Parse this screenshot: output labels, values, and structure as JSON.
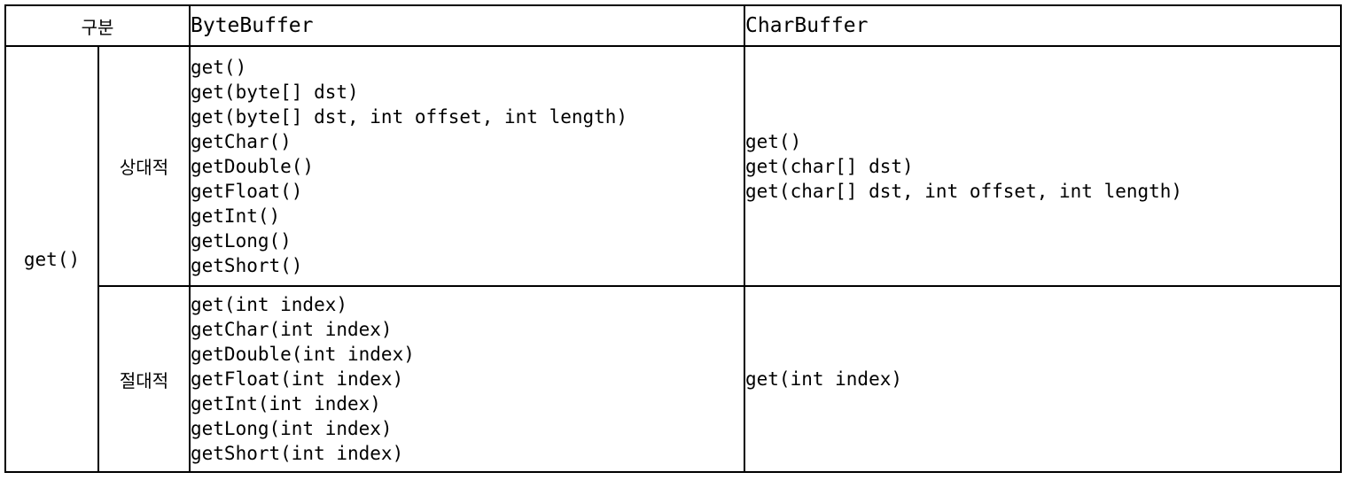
{
  "table": {
    "header": {
      "category_label": "구분",
      "bytebuffer_label": "ByteBuffer",
      "charbuffer_label": "CharBuffer"
    },
    "row_group_label": "get()",
    "rows": [
      {
        "access_type": "상대적",
        "bytebuffer_methods": [
          "get()",
          "get(byte[] dst)",
          "get(byte[] dst, int offset, int length)",
          "getChar()",
          "getDouble()",
          "getFloat()",
          "getInt()",
          "getLong()",
          "getShort()"
        ],
        "charbuffer_methods": [
          "get()",
          "get(char[] dst)",
          "get(char[] dst, int offset, int length)"
        ]
      },
      {
        "access_type": "절대적",
        "bytebuffer_methods": [
          "get(int index)",
          "getChar(int index)",
          "getDouble(int index)",
          "getFloat(int index)",
          "getInt(int index)",
          "getLong(int index)",
          "getShort(int index)"
        ],
        "charbuffer_methods": [
          "get(int index)"
        ]
      }
    ],
    "colors": {
      "border": "#000000",
      "background": "#ffffff",
      "text": "#000000"
    }
  }
}
